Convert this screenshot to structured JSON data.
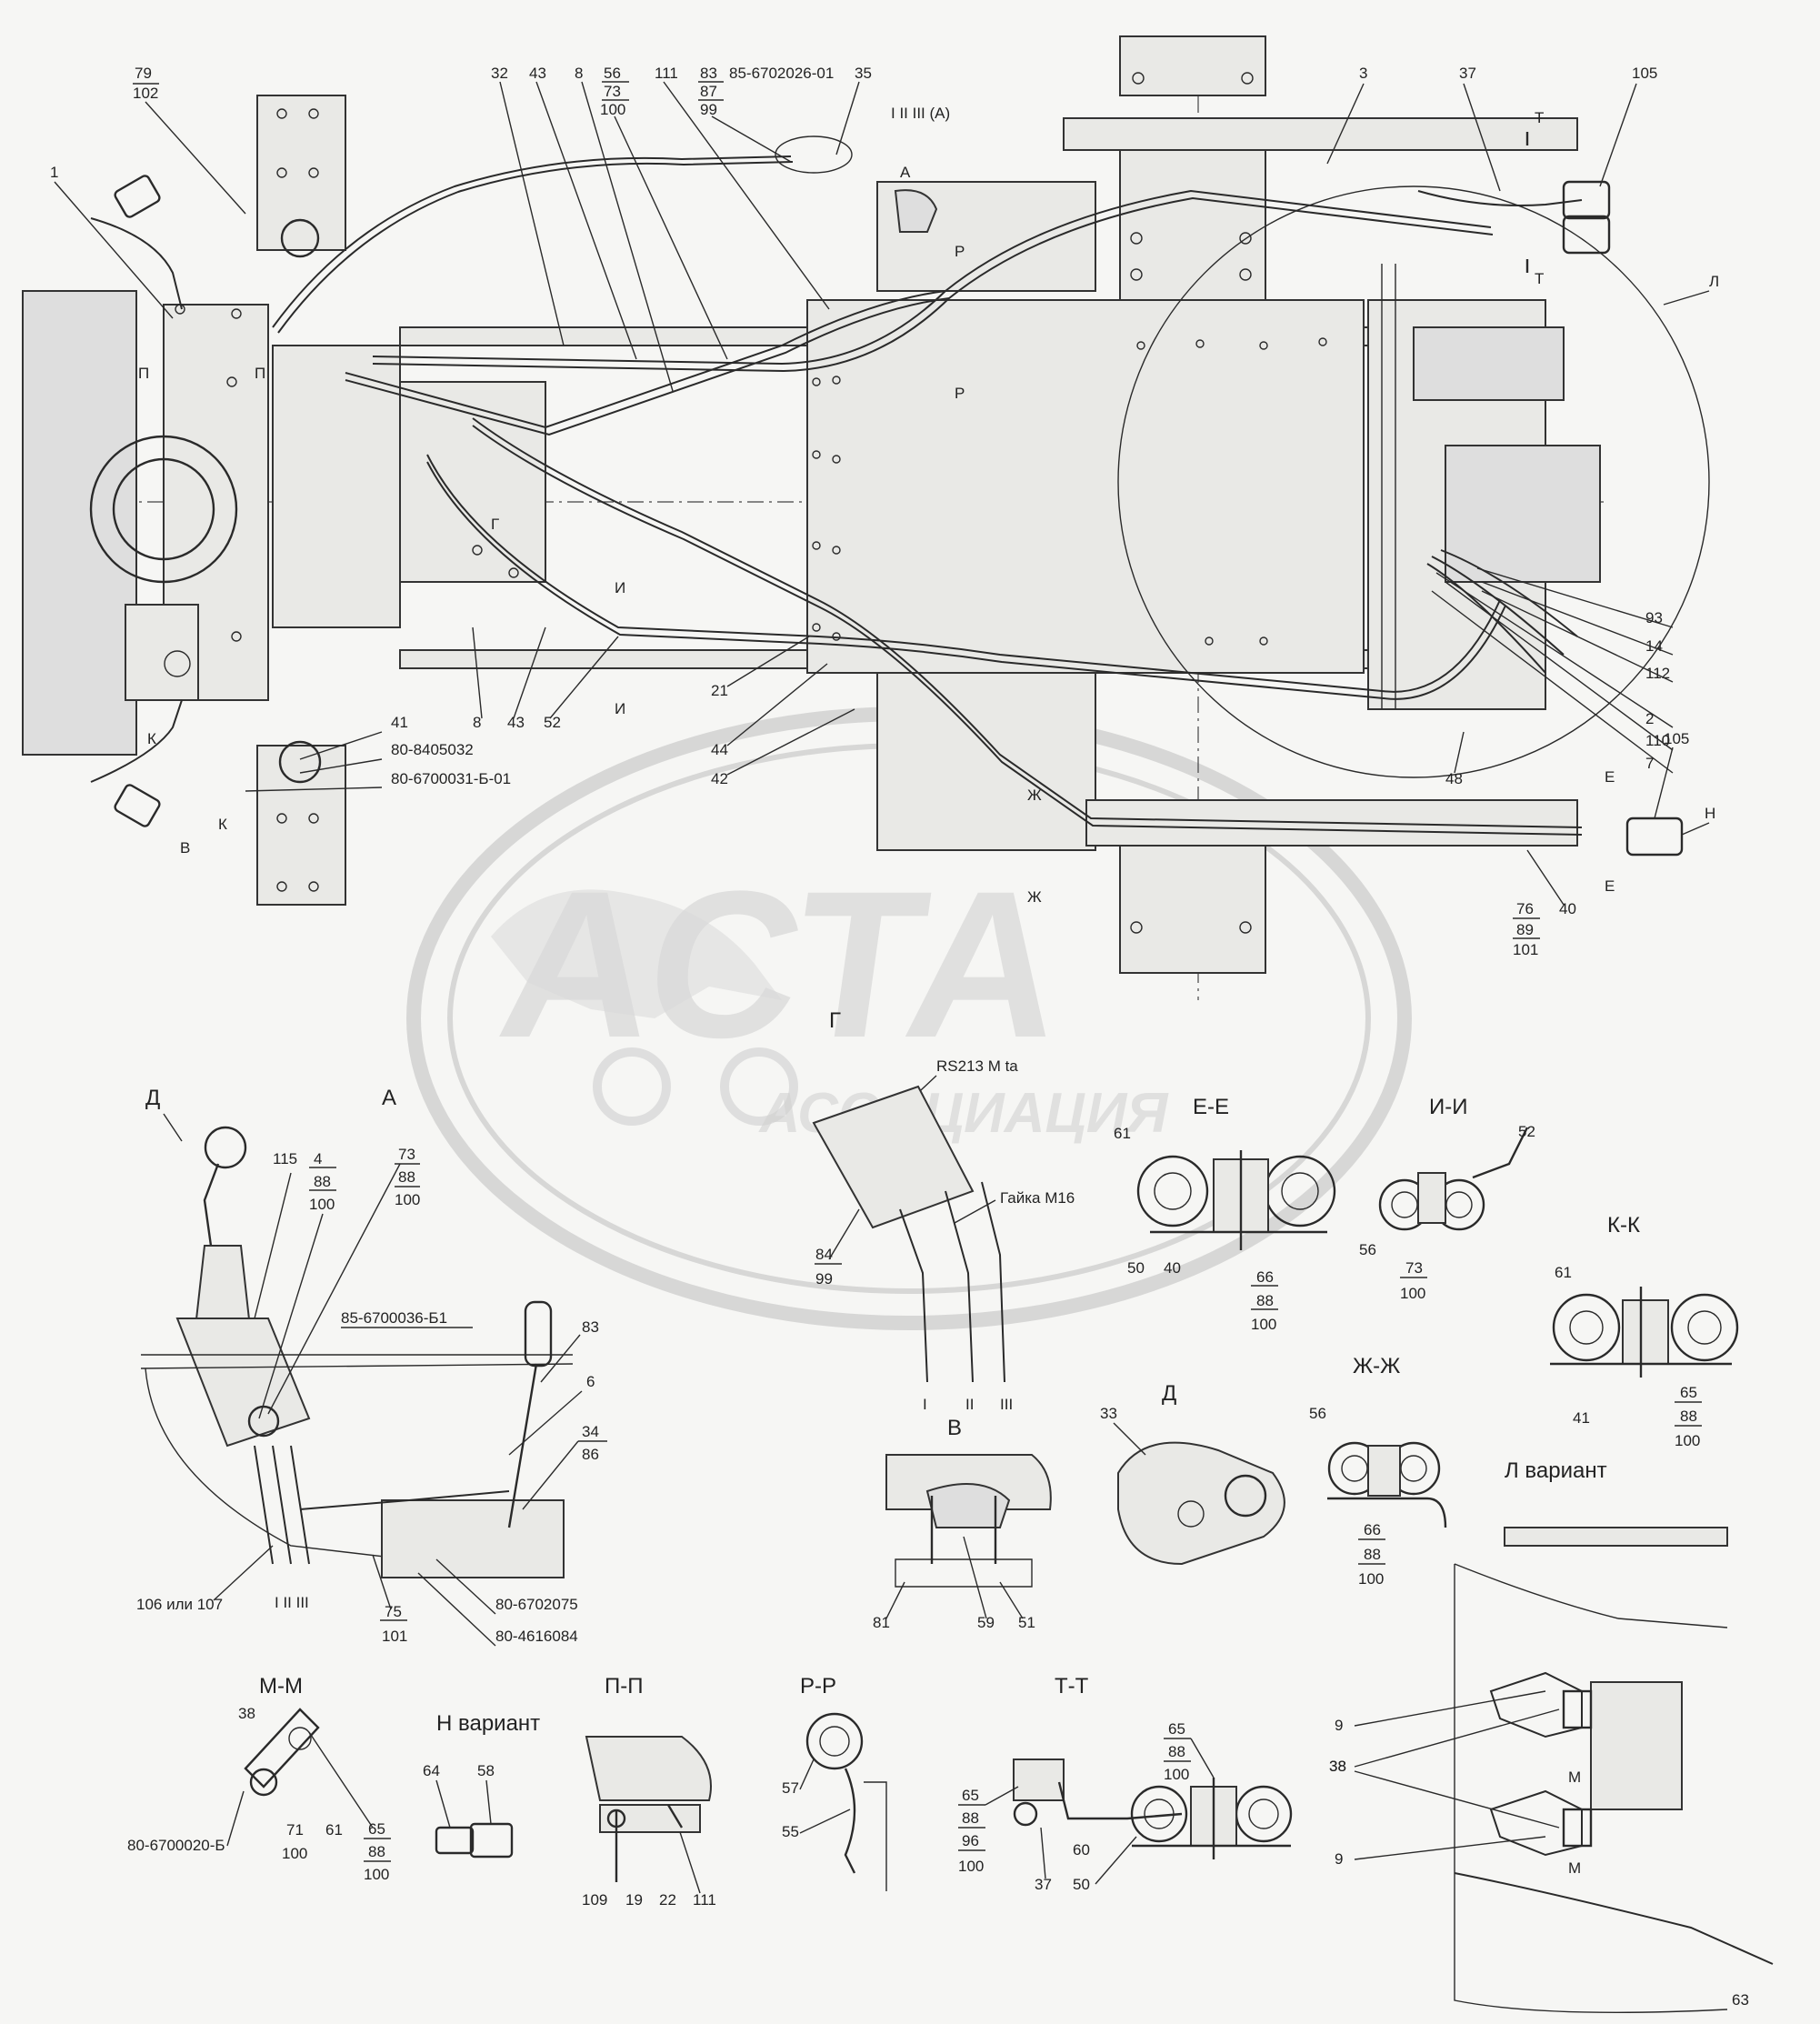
{
  "main_view": {
    "callouts": [
      {
        "id": "c1",
        "label": "1"
      },
      {
        "id": "c79",
        "label": "79",
        "sub": "102"
      },
      {
        "id": "c32",
        "label": "32"
      },
      {
        "id": "c43a",
        "label": "43"
      },
      {
        "id": "c8a",
        "label": "8"
      },
      {
        "id": "c56a",
        "label": "56",
        "sub": "73",
        "sub2": "100"
      },
      {
        "id": "c111a",
        "label": "111"
      },
      {
        "id": "c83a",
        "label": "83",
        "sub": "87",
        "sub2": "99"
      },
      {
        "id": "c85a",
        "label": "85-6702026-01"
      },
      {
        "id": "c35",
        "label": "35"
      },
      {
        "id": "c123",
        "label": "I  II  III (A)"
      },
      {
        "id": "c3",
        "label": "3"
      },
      {
        "id": "c37a",
        "label": "37"
      },
      {
        "id": "c105a",
        "label": "105"
      },
      {
        "id": "cL",
        "label": "Л"
      },
      {
        "id": "c93",
        "label": "93"
      },
      {
        "id": "c14",
        "label": "14"
      },
      {
        "id": "c112",
        "label": "112"
      },
      {
        "id": "c2",
        "label": "2"
      },
      {
        "id": "c110",
        "label": "110"
      },
      {
        "id": "c7",
        "label": "7"
      },
      {
        "id": "c48",
        "label": "48"
      },
      {
        "id": "c105b",
        "label": "105"
      },
      {
        "id": "cN",
        "label": "Н"
      },
      {
        "id": "c40a",
        "label": "40"
      },
      {
        "id": "c76",
        "label": "76",
        "sub": "89",
        "sub2": "101"
      },
      {
        "id": "c41a",
        "label": "41"
      },
      {
        "id": "c80a",
        "label": "80-8405032"
      },
      {
        "id": "c80b",
        "label": "80-6700031-Б-01"
      },
      {
        "id": "c8b",
        "label": "8"
      },
      {
        "id": "c43b",
        "label": "43"
      },
      {
        "id": "c52a",
        "label": "52"
      },
      {
        "id": "c21",
        "label": "21"
      },
      {
        "id": "c44",
        "label": "44"
      },
      {
        "id": "c42",
        "label": "42"
      }
    ],
    "section_marks": [
      "Т",
      "Т",
      "Р",
      "Р",
      "Г",
      "И",
      "И",
      "Е",
      "Е",
      "Ж",
      "Ж",
      "К",
      "К",
      "В",
      "А",
      "П",
      "П"
    ]
  },
  "views": {
    "A": {
      "title": "А",
      "d_label": "Д",
      "labels": [
        "115",
        "4",
        "88",
        "100",
        "73",
        "88",
        "100",
        "85-6700036-Б1",
        "83",
        "6",
        "34",
        "86",
        "106 или 107",
        "I  II  III",
        "75",
        "101",
        "80-6702075",
        "80-4616084"
      ]
    },
    "G": {
      "title": "Г",
      "labels": [
        "RS213 M ta",
        "Гайка М16",
        "84",
        "99",
        "I",
        "II",
        "III"
      ]
    },
    "EE": {
      "title": "Е-Е",
      "labels": [
        "61",
        "50",
        "40",
        "66",
        "88",
        "100"
      ]
    },
    "II": {
      "title": "И-И",
      "labels": [
        "52",
        "56",
        "73",
        "100"
      ]
    },
    "KK": {
      "title": "К-К",
      "labels": [
        "61",
        "41",
        "65",
        "88",
        "100"
      ]
    },
    "V": {
      "title": "В",
      "labels": [
        "81",
        "59",
        "51"
      ]
    },
    "D": {
      "title": "Д",
      "labels": [
        "33"
      ]
    },
    "ZhZh": {
      "title": "Ж-Ж",
      "labels": [
        "56",
        "66",
        "88",
        "100"
      ]
    },
    "Lvar": {
      "title": "Л вариант",
      "labels": [
        "9",
        "38",
        "38",
        "М",
        "М",
        "9",
        "63"
      ]
    },
    "MM": {
      "title": "М-М",
      "labels": [
        "38",
        "80-6700020-Б",
        "71",
        "100",
        "61",
        "65",
        "88",
        "100"
      ]
    },
    "Nvar": {
      "title": "Н вариант",
      "labels": [
        "64",
        "58"
      ]
    },
    "PP": {
      "title": "П-П",
      "labels": [
        "109",
        "19",
        "22",
        "111"
      ]
    },
    "RR": {
      "title": "Р-Р",
      "labels": [
        "57",
        "55"
      ]
    },
    "TT": {
      "title": "Т-Т",
      "labels": [
        "65",
        "88",
        "96",
        "100",
        "37",
        "60",
        "50",
        "65",
        "88",
        "100"
      ]
    }
  },
  "watermark": {
    "text_big": "АСТА",
    "text_small": "АССОЦИАЦИЯ"
  }
}
